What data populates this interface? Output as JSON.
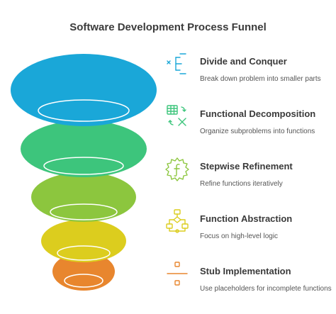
{
  "title": "Software Development Process Funnel",
  "steps": [
    {
      "title": "Divide and Conquer",
      "description": "Break down problem into smaller parts",
      "icon": "divide-conquer-icon",
      "color": "#1aa7d8"
    },
    {
      "title": "Functional Decomposition",
      "description": "Organize subproblems into functions",
      "icon": "spreadsheet-function-icon",
      "color": "#3dc57c"
    },
    {
      "title": "Stepwise Refinement",
      "description": "Refine functions iteratively",
      "icon": "gear-function-icon",
      "color": "#8cc63e"
    },
    {
      "title": "Function Abstraction",
      "description": "Focus on high-level logic",
      "icon": "flowchart-icon",
      "color": "#dccd1e"
    },
    {
      "title": "Stub Implementation",
      "description": "Use placeholders for incomplete functions",
      "icon": "stub-divide-icon",
      "color": "#e8862e"
    }
  ]
}
